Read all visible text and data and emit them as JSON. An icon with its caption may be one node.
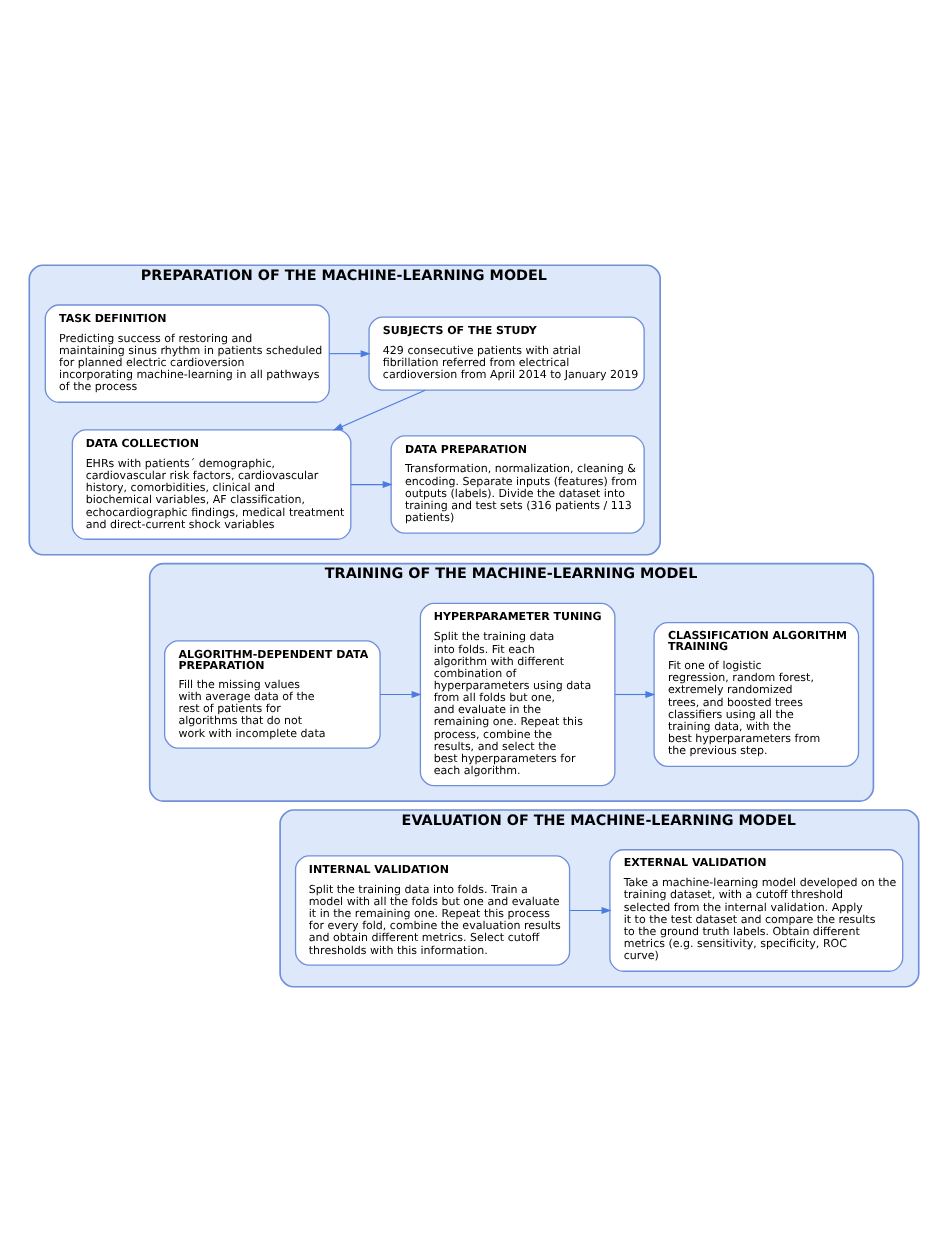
{
  "diagram": {
    "nodes": [
      {
        "text": [
          "PREPARATION OF THE MACHINE-LEARNING MODEL"
        ]
      },
      {
        "text": [
          "TASK DEFINITION",
          "Predicting success of restoring and maintaining sinus rhythm in patients scheduled for planned electric cardioversion incorporating machine-learning in all pathways of the process"
        ],
        "in": 0
      },
      {
        "text": [
          "SUBJECTS OF THE STUDY",
          "429 consecutive patients with atrial fibrillation referred from electrical cardioversion from April 2014 to January 2019"
        ],
        "in": 0
      },
      {
        "text": [
          "DATA COLLECTION",
          "EHRs with patients´ demographic, cardiovascular risk factors, cardiovascular history, comorbidities, clinical and biochemical variables, AF classification, echocardiographic findings, medical treatment and direct-current shock variables"
        ],
        "in": 0
      },
      {
        "text": [
          "DATA PREPARATION",
          "Transformation, normalization, cleaning & encoding. Separate inputs (features) from outputs (labels). Divide the dataset into training and test sets (316 patients / 113 patients)"
        ],
        "in": 0
      },
      {
        "text": [
          "TRAINING OF THE MACHINE-LEARNING MODEL"
        ]
      },
      {
        "text": [
          "ALGORITHM-DEPENDENT DATA PREPARATION",
          "Fill the missing values with average data of the rest of patients for algorithms that do not work with incomplete data"
        ],
        "in": 5
      },
      {
        "text": [
          "HYPERPARAMETER TUNING",
          "Split the training data into folds. Fit each algorithm with different combination of hyperparameters using data from all folds but one, and evaluate in the remaining one. Repeat this process, combine the results, and select the best hyperparameters for each algorithm."
        ],
        "in": 5
      },
      {
        "text": [
          "CLASSIFICATION ALGORITHM TRAINING",
          "Fit one of logistic regression, random forest, extremely randomized trees, and boosted trees classifiers using all the training data, with the best hyperparameters from the previous step."
        ],
        "in": 5
      },
      {
        "text": [
          "EVALUATION OF THE MACHINE-LEARNING MODEL"
        ]
      },
      {
        "text": [
          "INTERNAL VALIDATION",
          "Split the training data into folds. Train a model with all the folds but one and evaluate it in the remaining one. Repeat this process for every fold, combine the evaluation results and obtain different metrics. Select cutoff thresholds with this information."
        ],
        "in": 9
      },
      {
        "text": [
          "EXTERNAL VALIDATION",
          "Take a machine-learning model developed on the training dataset, with a cutoff threshold selected from the internal validation. Apply it to the test dataset and compare the results to the ground truth labels. Obtain different metrics (e.g. sensitivity, specificity, ROC curve)"
        ],
        "in": 9
      }
    ],
    "edges": [
      {
        "from": 1,
        "to": 2,
        "arrow": "to"
      },
      {
        "from": 2,
        "to": 3,
        "arrow": "to"
      },
      {
        "from": 3,
        "to": 4,
        "arrow": "to"
      },
      {
        "from": 6,
        "to": 7,
        "arrow": "to"
      },
      {
        "from": 7,
        "to": 8,
        "arrow": "to"
      },
      {
        "from": 10,
        "to": 11,
        "arrow": "to"
      }
    ]
  }
}
